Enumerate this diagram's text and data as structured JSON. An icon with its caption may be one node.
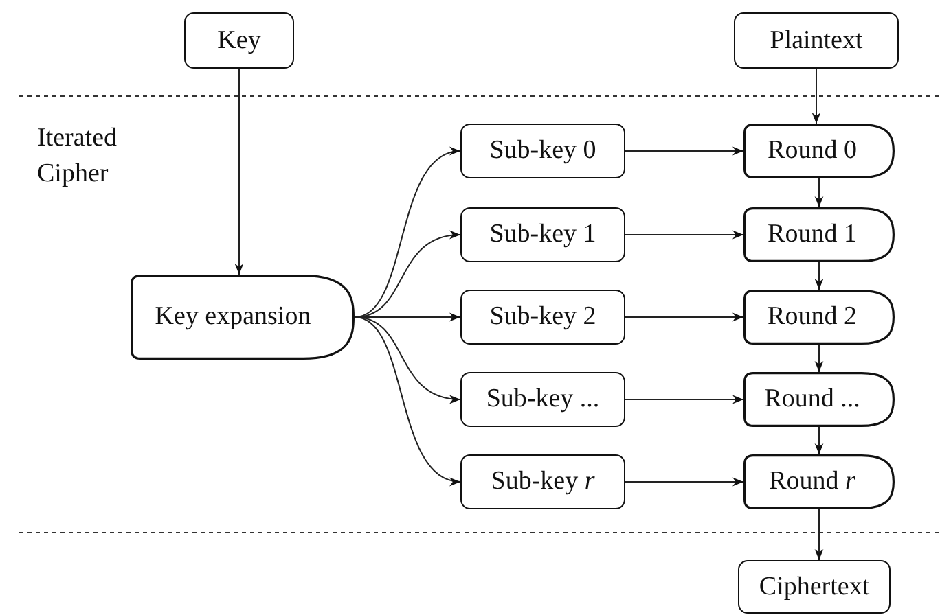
{
  "diagram": {
    "nodes": [
      {
        "text": [
          "Key"
        ]
      },
      {
        "text": [
          "Plaintext"
        ]
      },
      {
        "text": [
          "Key expansion"
        ]
      },
      {
        "text": [
          "Sub-key 0"
        ]
      },
      {
        "text": [
          "Sub-key 1"
        ]
      },
      {
        "text": [
          "Sub-key 2"
        ]
      },
      {
        "text": [
          "Sub-key ..."
        ]
      },
      {
        "text": [
          "Sub-key *r*"
        ]
      },
      {
        "text": [
          "Round 0"
        ]
      },
      {
        "text": [
          "Round 1"
        ]
      },
      {
        "text": [
          "Round 2"
        ]
      },
      {
        "text": [
          "Round ..."
        ]
      },
      {
        "text": [
          "Round *r*"
        ]
      },
      {
        "text": [
          "Ciphertext"
        ]
      }
    ],
    "edges": [
      {
        "from": 0,
        "to": 2,
        "arrow": "to"
      },
      {
        "from": 1,
        "to": 8,
        "arrow": "to"
      },
      {
        "from": 2,
        "to": 3,
        "arrow": "to"
      },
      {
        "from": 2,
        "to": 4,
        "arrow": "to"
      },
      {
        "from": 2,
        "to": 5,
        "arrow": "to"
      },
      {
        "from": 2,
        "to": 6,
        "arrow": "to"
      },
      {
        "from": 2,
        "to": 7,
        "arrow": "to"
      },
      {
        "from": 3,
        "to": 8,
        "arrow": "to"
      },
      {
        "from": 4,
        "to": 9,
        "arrow": "to"
      },
      {
        "from": 5,
        "to": 10,
        "arrow": "to"
      },
      {
        "from": 6,
        "to": 11,
        "arrow": "to"
      },
      {
        "from": 7,
        "to": 12,
        "arrow": "to"
      },
      {
        "from": 8,
        "to": 9,
        "arrow": "to"
      },
      {
        "from": 9,
        "to": 10,
        "arrow": "to"
      },
      {
        "from": 10,
        "to": 11,
        "arrow": "to"
      },
      {
        "from": 11,
        "to": 12,
        "arrow": "to"
      },
      {
        "from": 12,
        "to": 13,
        "arrow": "to"
      }
    ],
    "labels": [
      "Iterated Cipher"
    ]
  }
}
